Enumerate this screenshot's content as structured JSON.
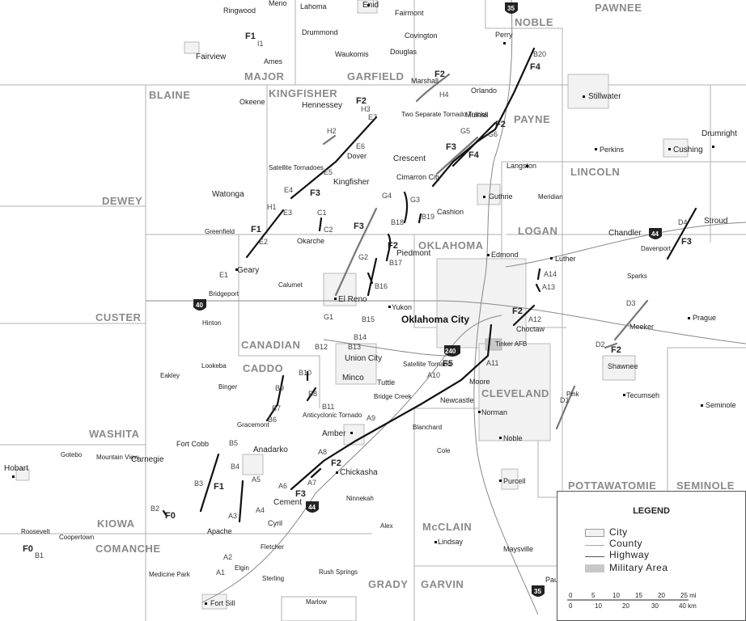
{
  "counties": [
    "PAWNEE",
    "NOBLE",
    "MAJOR",
    "GARFIELD",
    "BLAINE",
    "KINGFISHER",
    "PAYNE",
    "DEWEY",
    "LINCOLN",
    "LOGAN",
    "OKLAHOMA",
    "CUSTER",
    "CANADIAN",
    "CADDO",
    "CLEVELAND",
    "WASHITA",
    "KIOWA",
    "COMANCHE",
    "GRADY",
    "McCLAIN",
    "GARVIN",
    "POTTAWATOMIE",
    "SEMINOLE"
  ],
  "towns": [
    "Ringwood",
    "Meno",
    "Lahoma",
    "Enid",
    "Fairmont",
    "Drummond",
    "Covington",
    "Waukomis",
    "Douglas",
    "Fairview",
    "Ames",
    "Perry",
    "Marshall",
    "Orlando",
    "Stillwater",
    "Okeene",
    "Hennessey",
    "Mulhall",
    "Two Separate Tornado Tracks",
    "Drumright",
    "Dover",
    "Crescent",
    "Perkins",
    "Cushing",
    "Langston",
    "Satellite Tornadoes",
    "Kingfisher",
    "Cimarron City",
    "Watonga",
    "Guthrie",
    "Meridian",
    "Cashion",
    "Greenfield",
    "Okarche",
    "Chandler",
    "Davenport",
    "Stroud",
    "Piedmont",
    "Edmond",
    "Luther",
    "Geary",
    "Calumet",
    "Sparks",
    "Bridgeport",
    "El Reno",
    "Yukon",
    "Meeker",
    "Prague",
    "Hinton",
    "Choctaw",
    "Tinker AFB",
    "Union City",
    "Lookeba",
    "Binger",
    "Eakley",
    "Minco",
    "Tuttle",
    "Satellite Tornado",
    "Moore",
    "Shawnee",
    "Bridge Creek",
    "Newcastle",
    "Norman",
    "Tecumseh",
    "Seminole",
    "Pink",
    "Anticyclonic Tornado",
    "Gracemont",
    "Blanchard",
    "Amber",
    "Fort Cobb",
    "Anadarko",
    "Gotebo",
    "Mountain View",
    "Carnegie",
    "Cole",
    "Noble",
    "Chickasha",
    "Purcell",
    "Hobart",
    "Cement",
    "Ninnekah",
    "Apache",
    "Cyril",
    "Alex",
    "Lindsay",
    "Maysville",
    "Roosevelt",
    "Coopertown",
    "Fletcher",
    "Elgin",
    "Medicine Park",
    "Sterling",
    "Rush Springs",
    "Paul",
    "Fort Sill",
    "Marlow",
    "Oklahoma City"
  ],
  "tornado_labels": {
    "ratings": [
      "F1",
      "F2",
      "F4",
      "F2",
      "F3",
      "F4",
      "F3",
      "F3",
      "F2",
      "F3",
      "F1",
      "F2",
      "F2",
      "F5",
      "F2",
      "F2",
      "F3",
      "F1",
      "F0",
      "F0"
    ],
    "ids": [
      "I1",
      "H1",
      "H2",
      "H3",
      "H4",
      "E1",
      "E2",
      "E3",
      "E4",
      "E5",
      "E6",
      "E7",
      "G1",
      "G2",
      "G3",
      "G4",
      "G5",
      "G6",
      "B1",
      "B2",
      "B3",
      "B4",
      "B5",
      "B6",
      "B7",
      "B8",
      "B9",
      "B10",
      "B11",
      "B12",
      "B13",
      "B14",
      "B15",
      "B16",
      "B17",
      "B18",
      "B19",
      "B20",
      "C1",
      "C2",
      "A1",
      "A2",
      "A3",
      "A4",
      "A5",
      "A6",
      "A7",
      "A8",
      "A9",
      "A10",
      "A11",
      "A12",
      "A13",
      "A14",
      "D1",
      "D2",
      "D3",
      "D4"
    ]
  },
  "highways": [
    "35",
    "40",
    "44",
    "240",
    "44",
    "35"
  ],
  "legend": {
    "title": "LEGEND",
    "items": [
      "City",
      "County",
      "Highway",
      "Military Area"
    ],
    "scale_mi": "0    5    10   15   20   25 mi",
    "scale_km": "0   10   20   30   40 km",
    "scale_mi_ticks": [
      "0",
      "5",
      "10",
      "15",
      "20",
      "25 mi"
    ],
    "scale_km_ticks": [
      "0",
      "10",
      "20",
      "30",
      "40 km"
    ]
  }
}
